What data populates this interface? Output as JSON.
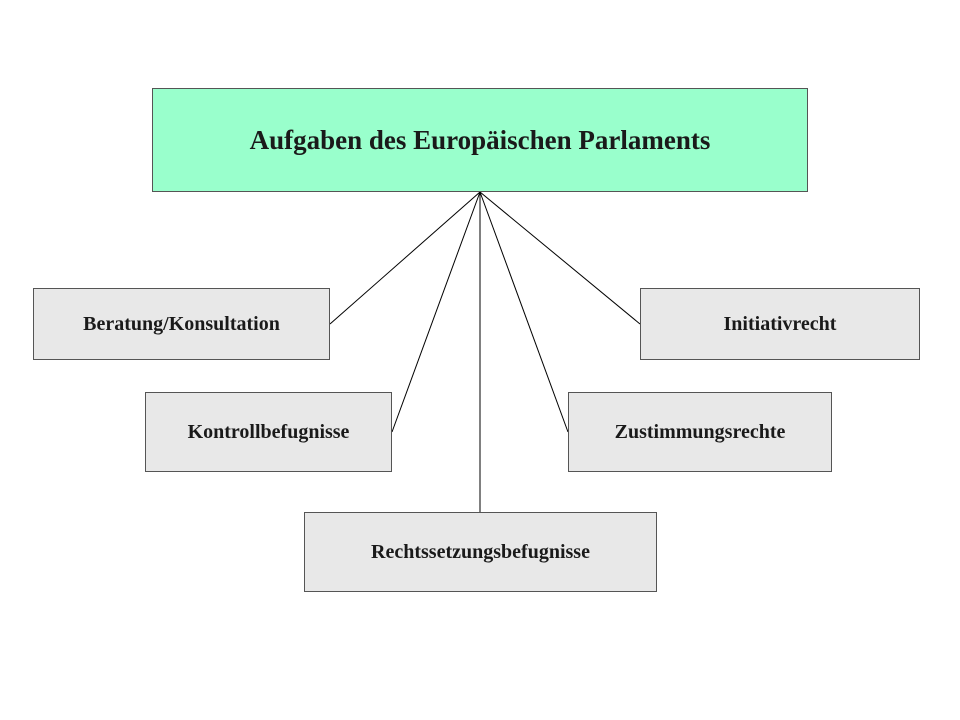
{
  "colors": {
    "root_fill": "#99ffcc",
    "child_fill": "#e8e8e8",
    "line": "#000000"
  },
  "diagram": {
    "root": {
      "label": "Aufgaben des Europäischen Parlaments"
    },
    "children": [
      {
        "id": "beratung",
        "label": "Beratung/Konsultation"
      },
      {
        "id": "initiativ",
        "label": "Initiativrecht"
      },
      {
        "id": "kontroll",
        "label": "Kontrollbefugnisse"
      },
      {
        "id": "zustimm",
        "label": "Zustimmungsrechte"
      },
      {
        "id": "rechts",
        "label": "Rechtssetzungsbefugnisse"
      }
    ]
  }
}
